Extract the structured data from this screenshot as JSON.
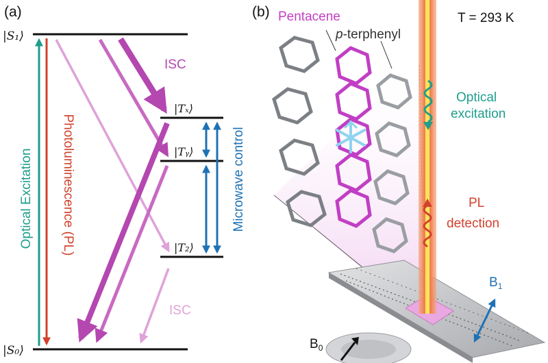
{
  "panel_a": {
    "tag": "(a)",
    "levels": {
      "s1": "|S₁⟩",
      "s0": "|S₀⟩",
      "tx": "|Tₓ⟩",
      "ty": "|Tᵧ⟩",
      "tz": "|T₂⟩"
    },
    "labels": {
      "optical_excitation": "Optical Excitation",
      "photoluminescence": "Photoluminescence (PL)",
      "isc_top": "ISC",
      "isc_bottom": "ISC",
      "microwave_control": "Microwave control"
    },
    "colors": {
      "teal": "#1e9e8c",
      "red": "#d2412c",
      "magenta": "#b447b0",
      "magenta_light": "#dfa2d9",
      "blue": "#1e72b4",
      "level_line": "#111111"
    }
  },
  "panel_b": {
    "tag": "(b)",
    "pentacene_label": "Pentacene",
    "terphenyl_label_italic": "p",
    "terphenyl_label_rest": "-terphenyl",
    "temperature": "T = 293 K",
    "optical_excitation_line1": "Optical",
    "optical_excitation_line2": "excitation",
    "pl_detection_line1": "PL",
    "pl_detection_line2": "detection",
    "b1_main": "B",
    "b1_sub": "1",
    "b0_main": "B",
    "b0_sub": "0",
    "colors": {
      "pentacene": "#c13fc4",
      "carbon": "#9a9ea3",
      "beam_outer": "#f08a5a",
      "beam_core": "#f4d64a",
      "teal": "#1e9e8c",
      "red": "#d2412c",
      "blue": "#1e72b4",
      "substrate": "#c8c9cc"
    }
  }
}
